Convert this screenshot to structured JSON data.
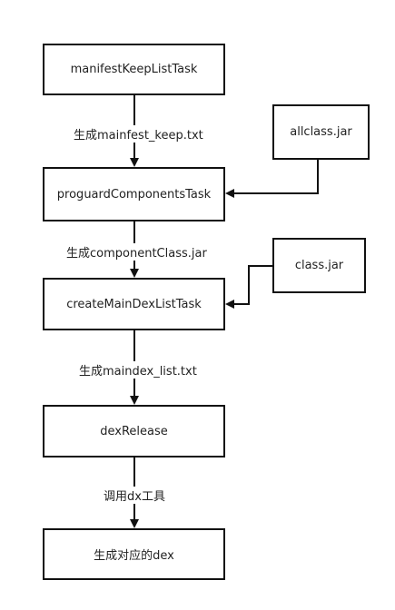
{
  "nodes": {
    "manifest_task": "manifestKeepListTask",
    "proguard_task": "proguardComponentsTask",
    "create_task": "createMainDexListTask",
    "dex_release": "dexRelease",
    "result": "生成对应的dex",
    "allclass_jar": "allclass.jar",
    "class_jar": "class.jar"
  },
  "edges": {
    "edge1": "生成mainfest_keep.txt",
    "edge2": "生成componentClass.jar",
    "edge3": "生成maindex_list.txt",
    "edge4": "调用dx工具"
  }
}
